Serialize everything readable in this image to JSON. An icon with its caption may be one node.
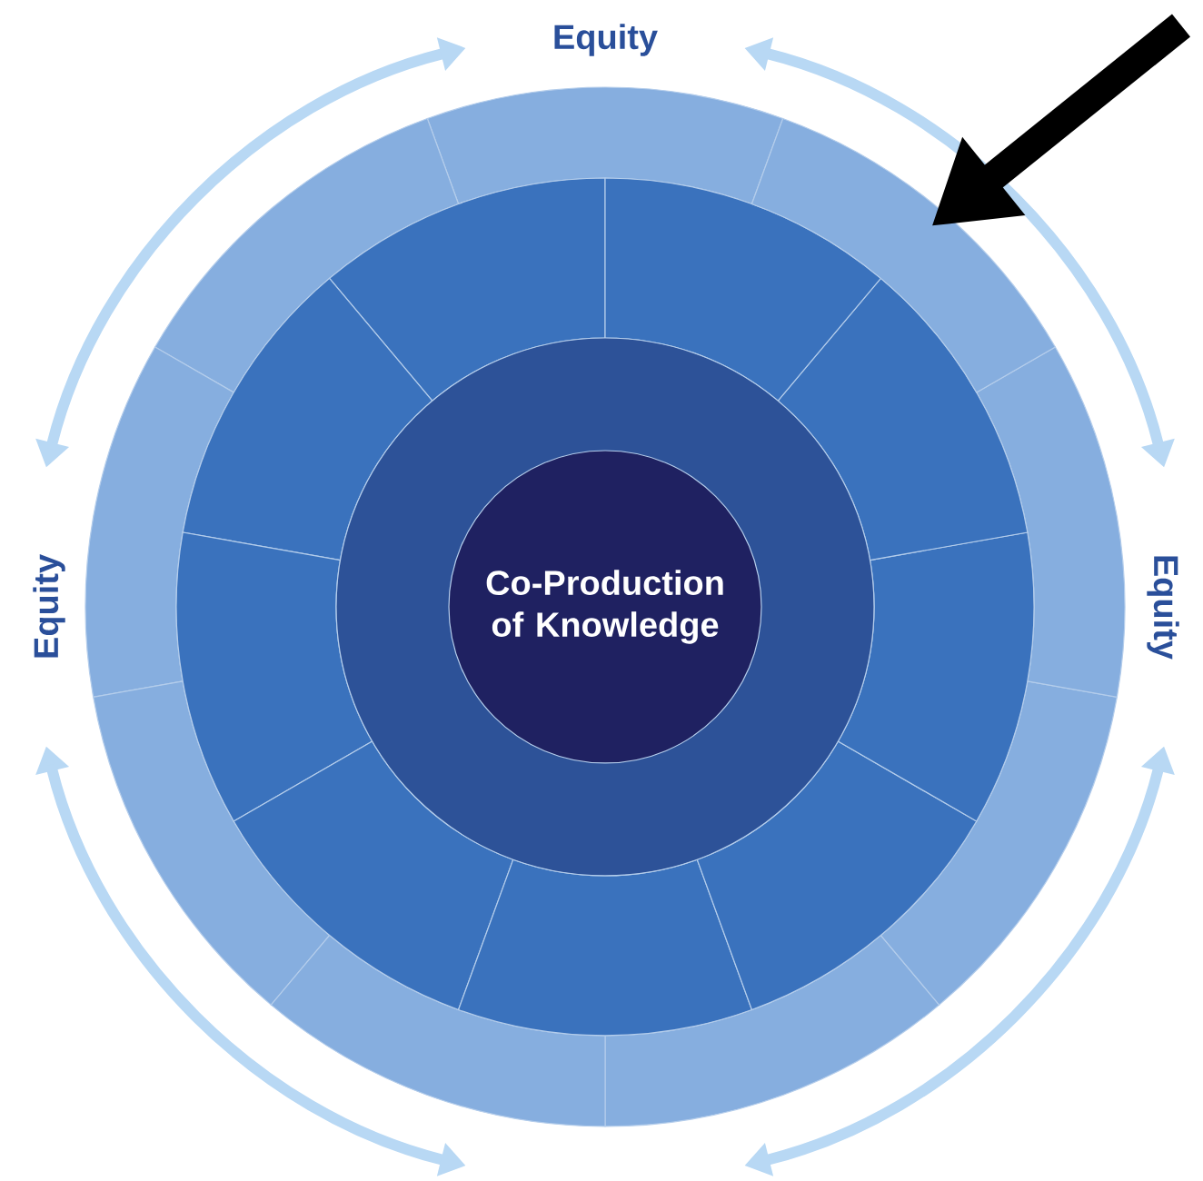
{
  "diagram": {
    "nodes": [
      {
        "text": [
          "Co-Production of Knowledge"
        ]
      },
      {
        "text": [],
        "shape": "band"
      }
    ],
    "edges": [
      {
        "from": null,
        "to": 1,
        "arrow": "to"
      }
    ],
    "labels": [
      "Equity",
      "Equity",
      "Equity"
    ]
  }
}
